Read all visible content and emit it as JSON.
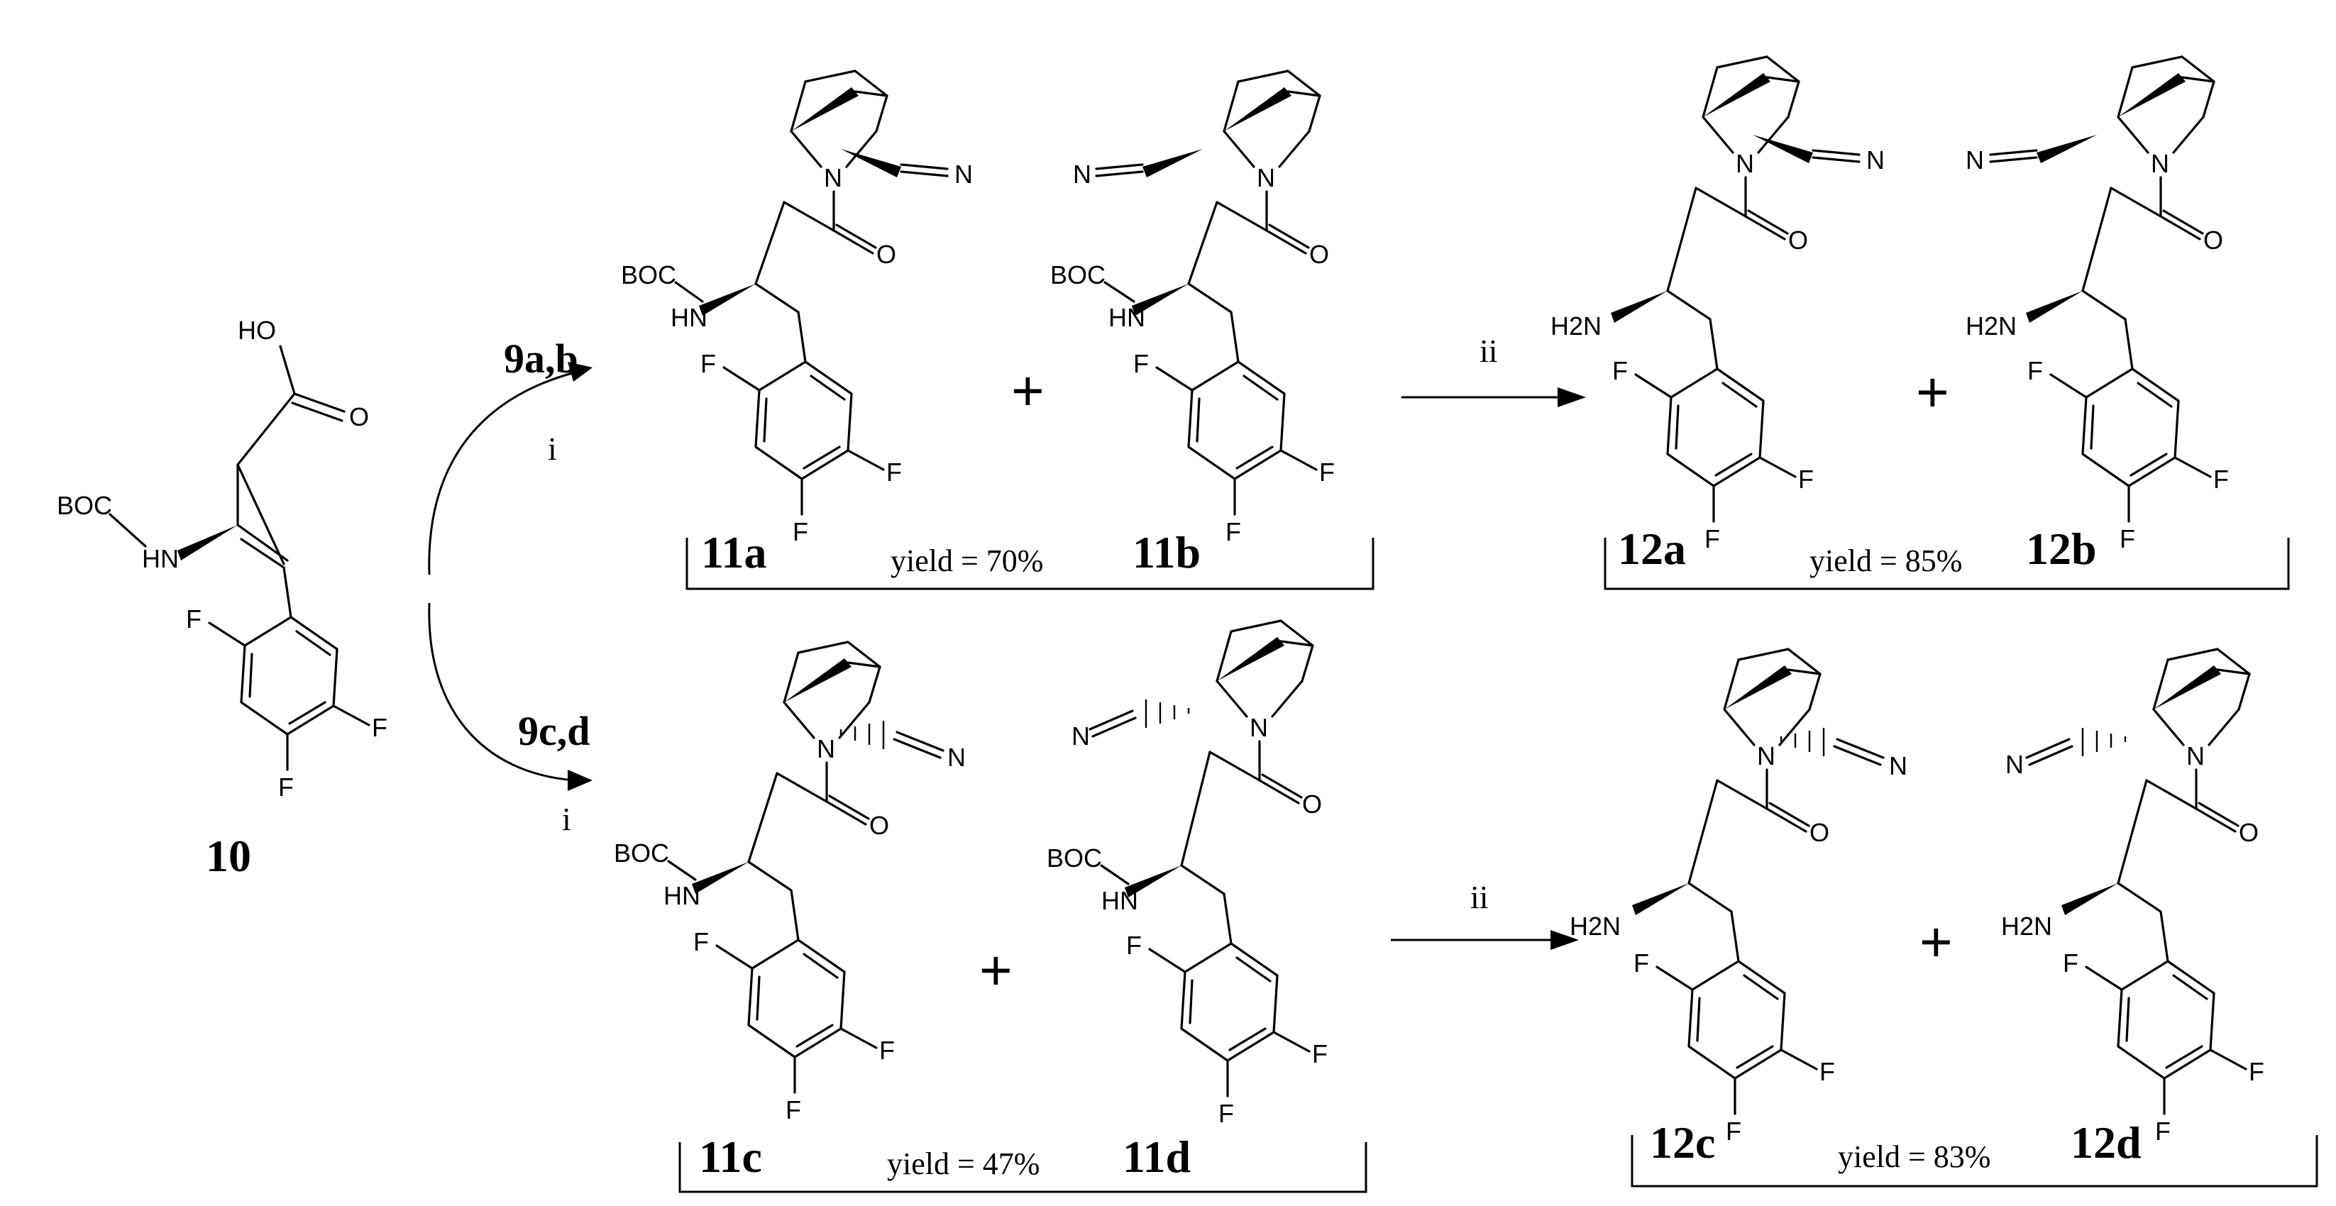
{
  "compounds": {
    "c10": {
      "label": "10"
    },
    "c11a": {
      "label": "11a"
    },
    "c11b": {
      "label": "11b"
    },
    "c11c": {
      "label": "11c"
    },
    "c11d": {
      "label": "11d"
    },
    "c12a": {
      "label": "12a"
    },
    "c12b": {
      "label": "12b"
    },
    "c12c": {
      "label": "12c"
    },
    "c12d": {
      "label": "12d"
    }
  },
  "atoms": {
    "boc": "BOC",
    "nh": "HN",
    "h2n": "H2N",
    "n": "N",
    "o": "O",
    "f": "F",
    "ho": "HO"
  },
  "reagents": {
    "top": "9a,b",
    "bottom": "9c,d"
  },
  "conditions": {
    "step_i": "i",
    "step_ii": "ii"
  },
  "yields": {
    "y11ab": "yield = 70%",
    "y11cd": "yield = 47%",
    "y12ab": "yield = 85%",
    "y12cd": "yield = 83%"
  },
  "plus_sign": "+"
}
